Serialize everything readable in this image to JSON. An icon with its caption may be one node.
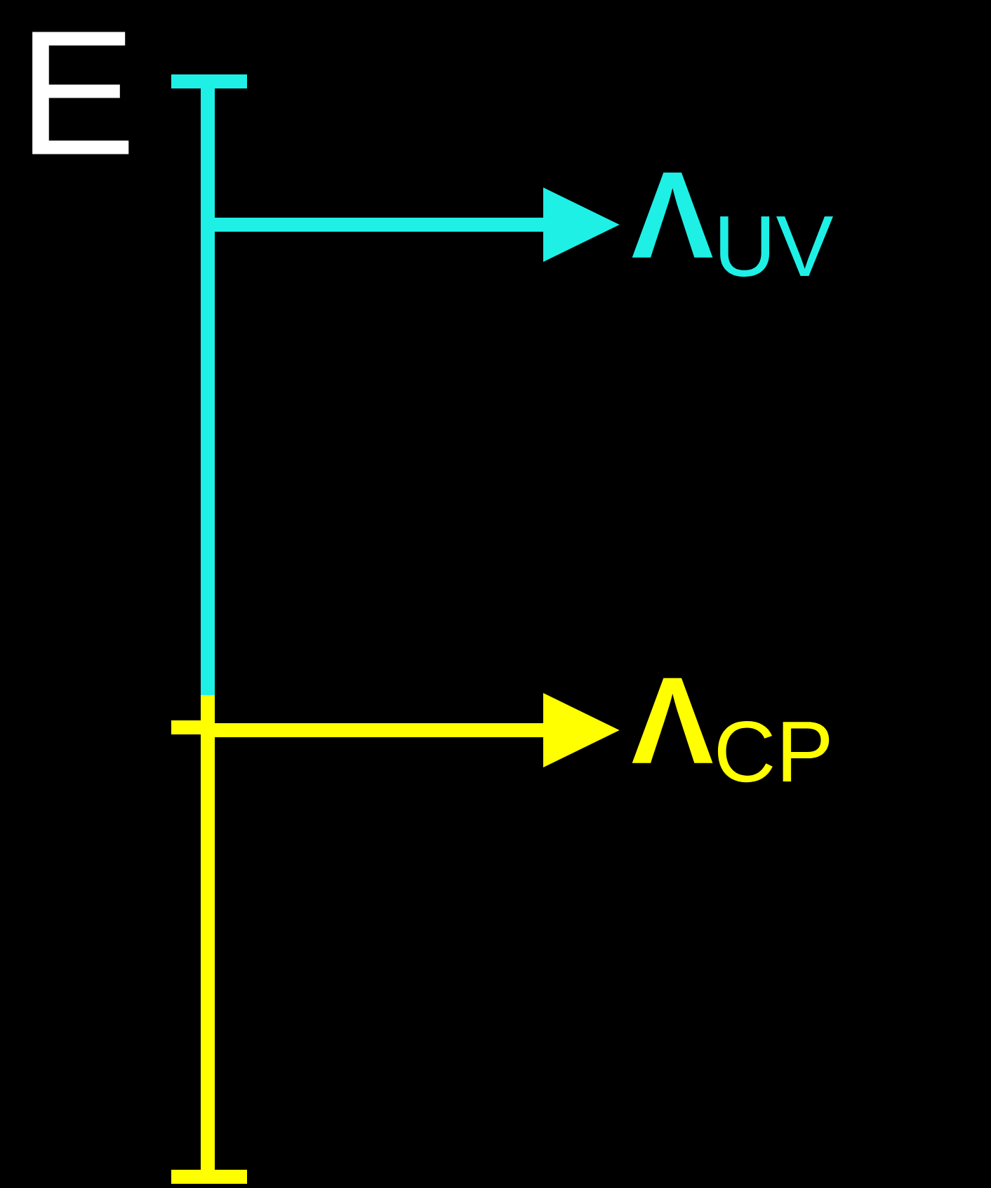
{
  "diagram": {
    "nodes": [
      {
        "text": [
          "**Λ**$_{UV}$"
        ]
      },
      {
        "text": [
          "**Λ**$_{CP}$"
        ]
      }
    ],
    "edges": [
      {
        "from": null,
        "to": 0,
        "arrow": "to",
        "color": "#1ef0e6"
      },
      {
        "from": null,
        "to": 1,
        "arrow": "to",
        "color": "#ffff00"
      }
    ],
    "labels": [
      "E"
    ]
  }
}
